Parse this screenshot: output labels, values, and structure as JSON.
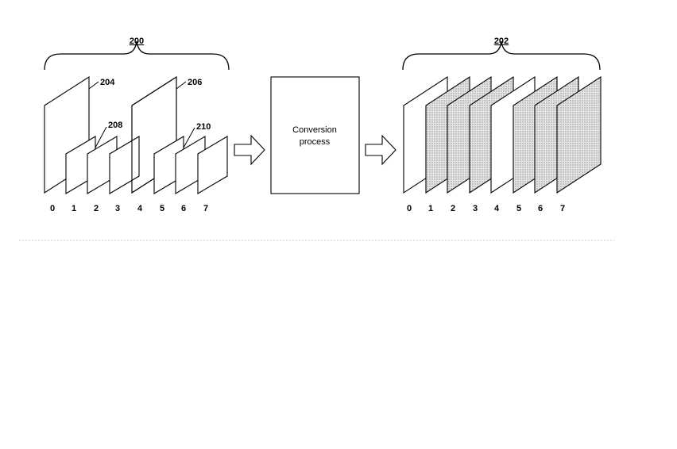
{
  "figure": {
    "input_group": {
      "label": "200",
      "key_frame_labels": [
        "204",
        "206"
      ],
      "sub_frame_labels": [
        "208",
        "210"
      ],
      "indices": [
        "0",
        "1",
        "2",
        "3",
        "4",
        "5",
        "6",
        "7"
      ]
    },
    "process_box": {
      "line1": "Conversion",
      "line2": "process"
    },
    "output_group": {
      "label": "202",
      "indices": [
        "0",
        "1",
        "2",
        "3",
        "4",
        "5",
        "6",
        "7"
      ],
      "frame_fill": [
        "white",
        "dotted",
        "dotted",
        "dotted",
        "white",
        "dotted",
        "dotted",
        "dotted"
      ]
    },
    "colors": {
      "stroke": "#000000",
      "dotted_fill": "#d9d9d9",
      "separator": "#c8c8c8"
    }
  }
}
